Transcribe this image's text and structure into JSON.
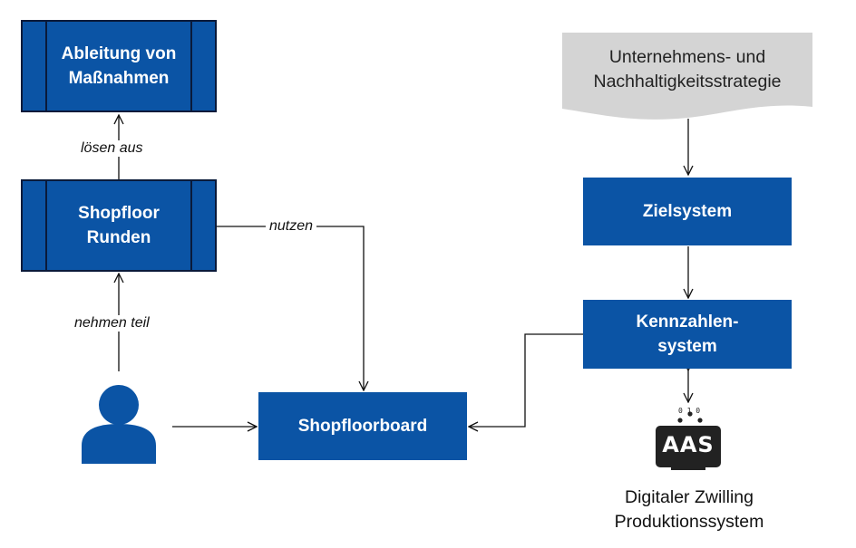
{
  "boxes": {
    "ableitung": "Ableitung von Maßnahmen",
    "shopfloor_runden": "Shopfloor Runden",
    "zielsystem": "Zielsystem",
    "kennzahlensystem": "Kennzahlen-system",
    "shopfloorboard": "Shopfloorboard"
  },
  "labels": {
    "loesen_aus": "lösen aus",
    "nutzen": "nutzen",
    "nehmen_teil": "nehmen teil"
  },
  "strategy_document": {
    "text": "Unternehmens- und Nachhaltigkeitsstrategie"
  },
  "digital_twin": {
    "badge": "AAS",
    "bits": "0 1 0",
    "caption": "Digitaler Zwilling Produktionssystem"
  },
  "colors": {
    "box_fill": "#0b54a5",
    "box_frame": "#0a1a3a",
    "document_fill": "#d4d4d4",
    "icon_fill": "#0b54a5",
    "aas_fill": "#222222"
  },
  "icons": {
    "person": "person-icon",
    "aas": "aas-icon"
  }
}
